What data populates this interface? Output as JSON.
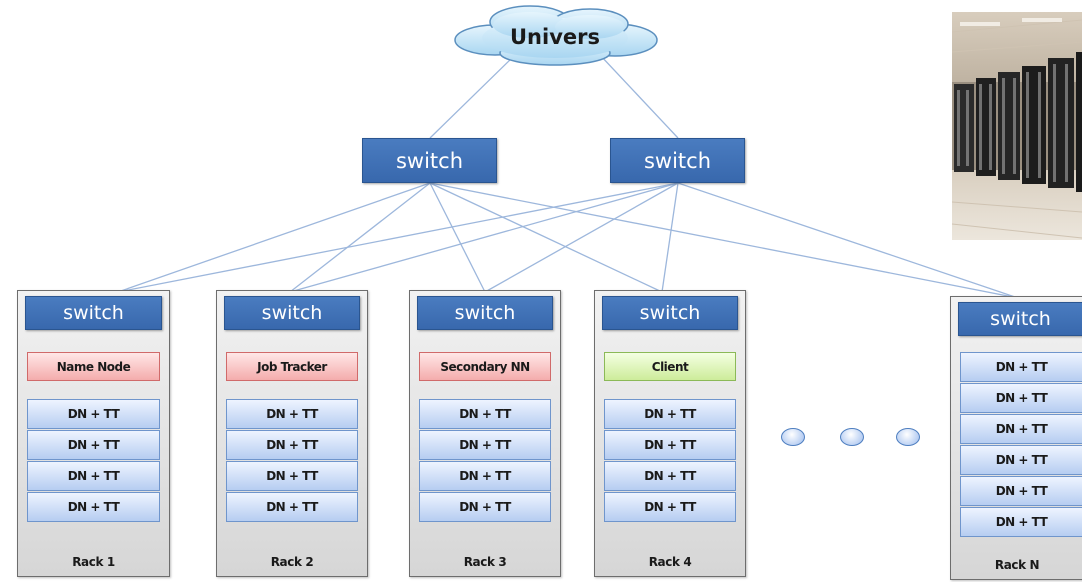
{
  "cloud": {
    "label": "Univers"
  },
  "core_switches": [
    {
      "label": "switch"
    },
    {
      "label": "switch"
    }
  ],
  "racks": [
    {
      "name": "Rack 1",
      "switch_label": "switch",
      "role": "Name Node",
      "role_type": "master",
      "nodes": [
        "DN + TT",
        "DN + TT",
        "DN + TT",
        "DN + TT"
      ]
    },
    {
      "name": "Rack 2",
      "switch_label": "switch",
      "role": "Job Tracker",
      "role_type": "master",
      "nodes": [
        "DN + TT",
        "DN + TT",
        "DN + TT",
        "DN + TT"
      ]
    },
    {
      "name": "Rack 3",
      "switch_label": "switch",
      "role": "Secondary NN",
      "role_type": "master",
      "nodes": [
        "DN + TT",
        "DN + TT",
        "DN + TT",
        "DN + TT"
      ]
    },
    {
      "name": "Rack 4",
      "switch_label": "switch",
      "role": "Client",
      "role_type": "client",
      "nodes": [
        "DN + TT",
        "DN + TT",
        "DN + TT",
        "DN + TT"
      ]
    },
    {
      "name": "Rack N",
      "switch_label": "switch",
      "role": "",
      "role_type": "none",
      "nodes": [
        "DN + TT",
        "DN + TT",
        "DN + TT",
        "DN + TT",
        "DN + TT",
        "DN + TT"
      ]
    }
  ],
  "ellipsis_dots": 3,
  "colors": {
    "switch": "#3c6fb4",
    "link": "#9db7dc",
    "master_role": "#f6b6b6",
    "client_role": "#d4efa6",
    "datanode": "#c3d6f4",
    "rack": "#e2e2e2",
    "cloud": "#bfe2f5"
  },
  "photo": {
    "subject": "datacenter-server-racks"
  }
}
